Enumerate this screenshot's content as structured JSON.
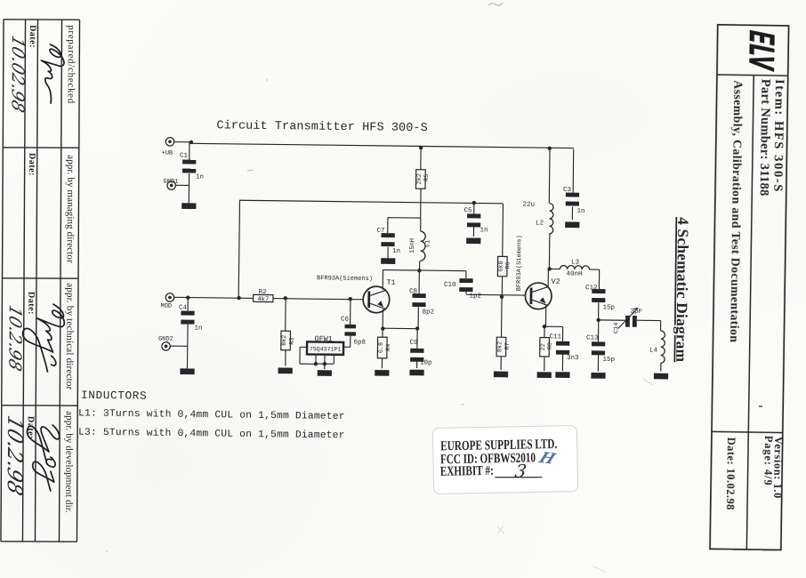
{
  "document_type": "scanned schematic sheet",
  "title_block_left": {
    "rows": [
      {
        "role": "prepared/checked",
        "date_label": "Date:",
        "date_value": "10.02.98"
      },
      {
        "role": "appr. by managing director",
        "date_label": "Date:",
        "date_value": ""
      },
      {
        "role": "appr. by technical director",
        "date_label": "Date:",
        "date_value": "10.2.98"
      },
      {
        "role": "appr. by development dir.",
        "date_label": "Date:",
        "date_value": "10.2.98"
      }
    ]
  },
  "title_block_right": {
    "logo": "ELV",
    "item": "Item: HFS 300-S",
    "part_number": "Part Number: 31188",
    "doc_title": "Assembly, Calibration and Test Documentation",
    "page": "Page: 4/9",
    "version": "Version: 1.0",
    "date": "Date: 10.02.98"
  },
  "section_heading": "4 Schematic Diagram",
  "schematic": {
    "title": "Circuit Transmitter HFS 300-S",
    "inductors_note": {
      "heading": "INDUCTORS",
      "lines": [
        "L1: 3Turns  with 0,4mm CUL on 1,5mm Diameter",
        "L3: 5Turns  with 0,4mm CUL on 1,5mm Diameter"
      ]
    },
    "labels": {
      "ub": "+UB",
      "gnd1": "GND1",
      "mod": "MOD",
      "gnd2": "GND2",
      "c1": "C1",
      "c1v": "1n",
      "c4": "C4",
      "c4v": "1n",
      "r2": "R2",
      "r2v": "4k7",
      "c7": "C7",
      "c7v": "1n",
      "c5": "C5",
      "c5v": "1n",
      "c3": "C3",
      "c3v": "1n",
      "c8": "C8",
      "c8v": "8p2",
      "c9": "C9",
      "c9v": "10p",
      "c10": "C10",
      "c10v": "1p2",
      "c11": "C11",
      "c11v": "3n3",
      "c12": "C12",
      "c12v": "15p",
      "c13": "C13",
      "c13v": "15p",
      "c6": "C6",
      "c6v": "6p8",
      "c14": "C14",
      "c14v": "3pF",
      "l1": "L1",
      "l1v": "15nH",
      "l2": "L2",
      "l2v": "22u",
      "l3": "L3",
      "l3v": "40nH",
      "l4": "L4",
      "r3": "R3",
      "r3v": "8k2",
      "r4": "R4",
      "r4v": "6.8",
      "r5": "R5",
      "r5v": "2k2",
      "r6": "R6",
      "r6v": "6k8",
      "r7": "R7",
      "r7v": "8k2",
      "r8": "R8",
      "r8v": "22",
      "t1": "T1",
      "v2": "V2",
      "t1type": "BFR93A(Siemens)",
      "v2type": "BFR93A(Siemens)",
      "ofw1": "OFW1",
      "ofw1type": "7SQ4371P1"
    }
  },
  "stamp": {
    "company": "EUROPE SUPPLIES LTD.",
    "fcc_id": "FCC ID: OFBWS2010",
    "fcc_id_handwritten_suffix": "H",
    "exhibit": "EXHIBIT #:",
    "exhibit_handwritten_value": "3"
  },
  "colors": {
    "paper": "#fafaf7",
    "ink": "#26262a",
    "blue_ink": "#5f73a0"
  }
}
